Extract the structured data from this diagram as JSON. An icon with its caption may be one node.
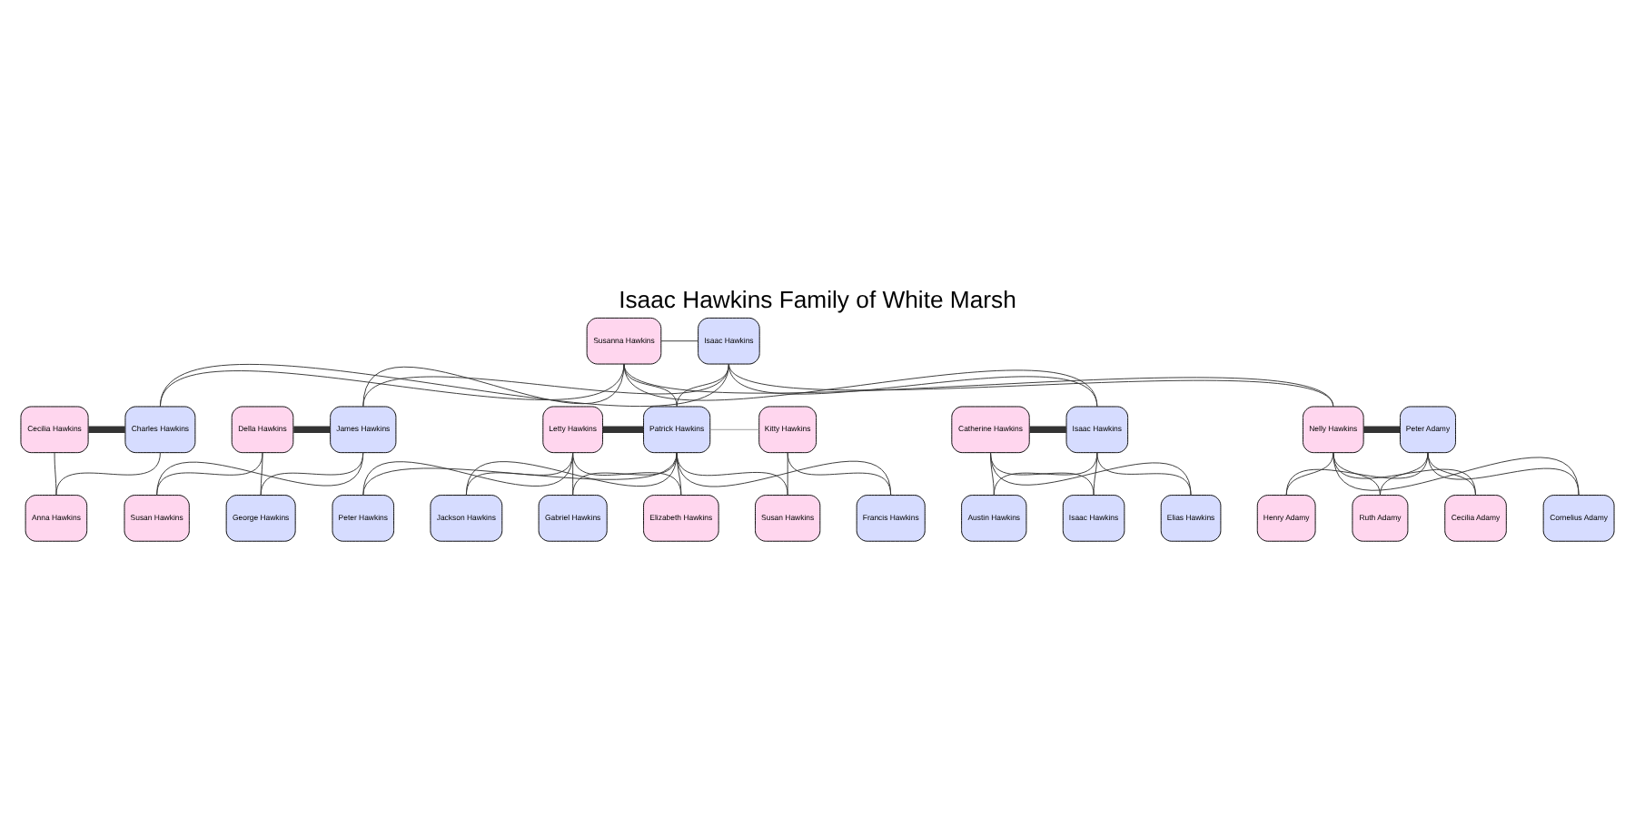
{
  "diagram": {
    "title": "Isaac Hawkins Family of White Marsh",
    "nodes": [
      {
        "text": [
          "Susanna Hawkins"
        ]
      },
      {
        "text": [
          "Isaac Hawkins"
        ]
      },
      {
        "text": [
          "Cecilia Hawkins"
        ]
      },
      {
        "text": [
          "Charles Hawkins"
        ]
      },
      {
        "text": [
          "Della Hawkins"
        ]
      },
      {
        "text": [
          "James Hawkins"
        ]
      },
      {
        "text": [
          "Letty Hawkins"
        ]
      },
      {
        "text": [
          "Patrick Hawkins"
        ]
      },
      {
        "text": [
          "Kitty Hawkins"
        ]
      },
      {
        "text": [
          "Catherine Hawkins"
        ]
      },
      {
        "text": [
          "Isaac Hawkins"
        ]
      },
      {
        "text": [
          "Nelly Hawkins"
        ]
      },
      {
        "text": [
          "Peter Adamy"
        ]
      },
      {
        "text": [
          "Anna Hawkins"
        ]
      },
      {
        "text": [
          "Susan Hawkins"
        ]
      },
      {
        "text": [
          "George Hawkins"
        ]
      },
      {
        "text": [
          "Peter Hawkins"
        ]
      },
      {
        "text": [
          "Jackson Hawkins"
        ]
      },
      {
        "text": [
          "Gabriel Hawkins"
        ]
      },
      {
        "text": [
          "Elizabeth Hawkins"
        ]
      },
      {
        "text": [
          "Susan Hawkins"
        ]
      },
      {
        "text": [
          "Francis Hawkins"
        ]
      },
      {
        "text": [
          "Austin Hawkins"
        ]
      },
      {
        "text": [
          "Isaac Hawkins"
        ]
      },
      {
        "text": [
          "Elias Hawkins"
        ]
      },
      {
        "text": [
          "Henry Adamy"
        ]
      },
      {
        "text": [
          "Ruth Adamy"
        ]
      },
      {
        "text": [
          "Cecilia Adamy"
        ]
      },
      {
        "text": [
          "Cornelius Adamy"
        ]
      }
    ],
    "edges": [
      {
        "from": 0,
        "to": 1,
        "arrow": "none"
      },
      {
        "from": 0,
        "to": 3,
        "arrow": "none"
      },
      {
        "from": 1,
        "to": 3,
        "arrow": "none"
      },
      {
        "from": 0,
        "to": 5,
        "arrow": "none"
      },
      {
        "from": 1,
        "to": 5,
        "arrow": "none"
      },
      {
        "from": 0,
        "to": 7,
        "arrow": "none"
      },
      {
        "from": 1,
        "to": 7,
        "arrow": "none"
      },
      {
        "from": 0,
        "to": 10,
        "arrow": "none"
      },
      {
        "from": 1,
        "to": 10,
        "arrow": "none"
      },
      {
        "from": 0,
        "to": 11,
        "arrow": "none"
      },
      {
        "from": 1,
        "to": 11,
        "arrow": "none"
      },
      {
        "from": 2,
        "to": 3,
        "arrow": "none",
        "style": "thick"
      },
      {
        "from": 4,
        "to": 5,
        "arrow": "none",
        "style": "thick"
      },
      {
        "from": 6,
        "to": 7,
        "arrow": "none",
        "style": "thick"
      },
      {
        "from": 7,
        "to": 8,
        "arrow": "none",
        "color": "#999999"
      },
      {
        "from": 9,
        "to": 10,
        "arrow": "none",
        "style": "thick"
      },
      {
        "from": 11,
        "to": 12,
        "arrow": "none",
        "style": "thick"
      },
      {
        "from": 2,
        "to": 13,
        "arrow": "none"
      },
      {
        "from": 3,
        "to": 13,
        "arrow": "none"
      },
      {
        "from": 4,
        "to": 14,
        "arrow": "none"
      },
      {
        "from": 5,
        "to": 14,
        "arrow": "none"
      },
      {
        "from": 4,
        "to": 15,
        "arrow": "none"
      },
      {
        "from": 5,
        "to": 15,
        "arrow": "none"
      },
      {
        "from": 6,
        "to": 16,
        "arrow": "none"
      },
      {
        "from": 7,
        "to": 16,
        "arrow": "none"
      },
      {
        "from": 6,
        "to": 17,
        "arrow": "none"
      },
      {
        "from": 7,
        "to": 17,
        "arrow": "none"
      },
      {
        "from": 6,
        "to": 18,
        "arrow": "none"
      },
      {
        "from": 7,
        "to": 18,
        "arrow": "none"
      },
      {
        "from": 6,
        "to": 19,
        "arrow": "none"
      },
      {
        "from": 7,
        "to": 19,
        "arrow": "none"
      },
      {
        "from": 7,
        "to": 20,
        "arrow": "none"
      },
      {
        "from": 8,
        "to": 20,
        "arrow": "none"
      },
      {
        "from": 7,
        "to": 21,
        "arrow": "none"
      },
      {
        "from": 8,
        "to": 21,
        "arrow": "none"
      },
      {
        "from": 9,
        "to": 22,
        "arrow": "none"
      },
      {
        "from": 10,
        "to": 22,
        "arrow": "none"
      },
      {
        "from": 9,
        "to": 23,
        "arrow": "none"
      },
      {
        "from": 10,
        "to": 23,
        "arrow": "none"
      },
      {
        "from": 9,
        "to": 24,
        "arrow": "none"
      },
      {
        "from": 10,
        "to": 24,
        "arrow": "none"
      },
      {
        "from": 11,
        "to": 25,
        "arrow": "none"
      },
      {
        "from": 12,
        "to": 25,
        "arrow": "none"
      },
      {
        "from": 11,
        "to": 26,
        "arrow": "none"
      },
      {
        "from": 12,
        "to": 26,
        "arrow": "none"
      },
      {
        "from": 11,
        "to": 27,
        "arrow": "none"
      },
      {
        "from": 12,
        "to": 27,
        "arrow": "none"
      },
      {
        "from": 11,
        "to": 28,
        "arrow": "none"
      },
      {
        "from": 12,
        "to": 28,
        "arrow": "none"
      }
    ]
  }
}
